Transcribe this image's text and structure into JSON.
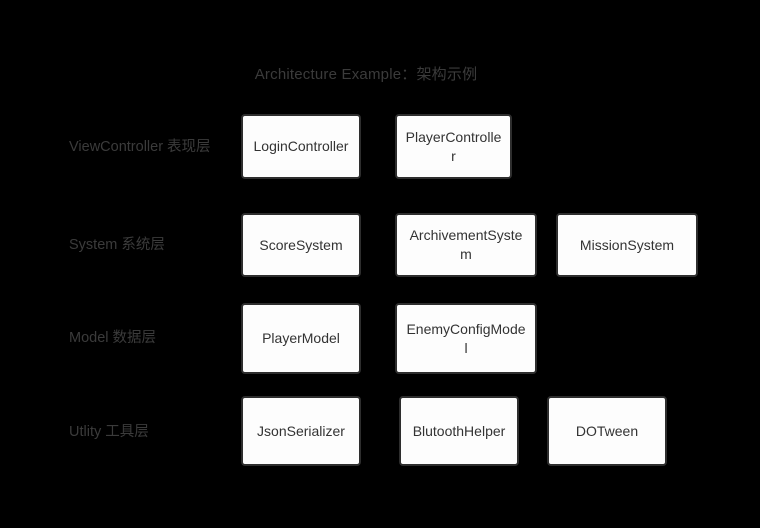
{
  "diagram": {
    "title": "Architecture Example：架构示例"
  },
  "layers": [
    {
      "label": "ViewController 表现层",
      "nodes": [
        "LoginController",
        "PlayerController"
      ]
    },
    {
      "label": "System 系统层",
      "nodes": [
        "ScoreSystem",
        "ArchivementSystem",
        "MissionSystem"
      ]
    },
    {
      "label": "Model 数据层",
      "nodes": [
        "PlayerModel",
        "EnemyConfigModel"
      ]
    },
    {
      "label": "Utlity 工具层",
      "nodes": [
        "JsonSerializer",
        "BlutoothHelper",
        "DOTween"
      ]
    }
  ],
  "colors": {
    "background": "#000000",
    "node_fill": "#fdfdfd",
    "node_border": "#2e2e2e",
    "node_text": "#333333",
    "label_text": "#3b3b3b"
  }
}
